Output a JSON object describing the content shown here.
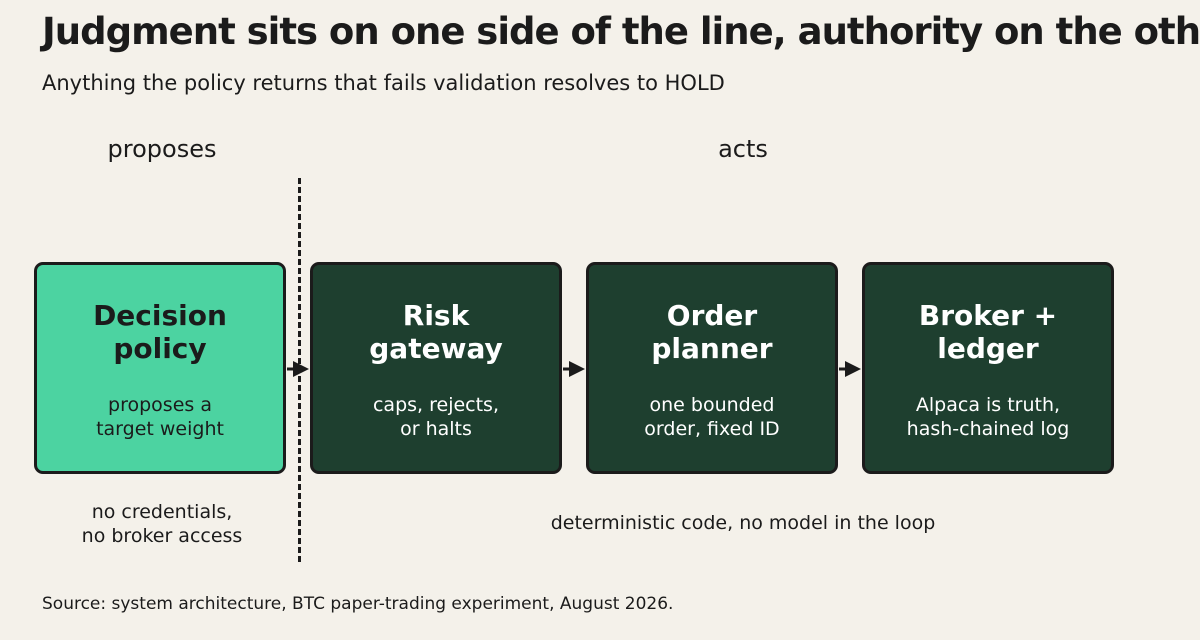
{
  "title": "Judgment sits on one side of the line, authority on the other",
  "subtitle": "Anything the policy returns that fails validation resolves to HOLD",
  "zones": {
    "left": "proposes",
    "right": "acts"
  },
  "boxes": [
    {
      "title": [
        "Decision",
        "policy"
      ],
      "desc": [
        "proposes a",
        "target weight"
      ],
      "color": "#4cd3a1"
    },
    {
      "title": [
        "Risk",
        "gateway"
      ],
      "desc": [
        "caps, rejects,",
        "or halts"
      ],
      "color": "#1e3f2f"
    },
    {
      "title": [
        "Order",
        "planner"
      ],
      "desc": [
        "one bounded",
        "order, fixed ID"
      ],
      "color": "#1e3f2f"
    },
    {
      "title": [
        "Broker +",
        "ledger"
      ],
      "desc": [
        "Alpaca is truth,",
        "hash-chained log"
      ],
      "color": "#1e3f2f"
    }
  ],
  "notes": {
    "left": [
      "no credentials,",
      "no broker access"
    ],
    "right": "deterministic code, no model in the loop"
  },
  "source": "Source: system architecture, BTC paper-trading experiment, August 2026."
}
